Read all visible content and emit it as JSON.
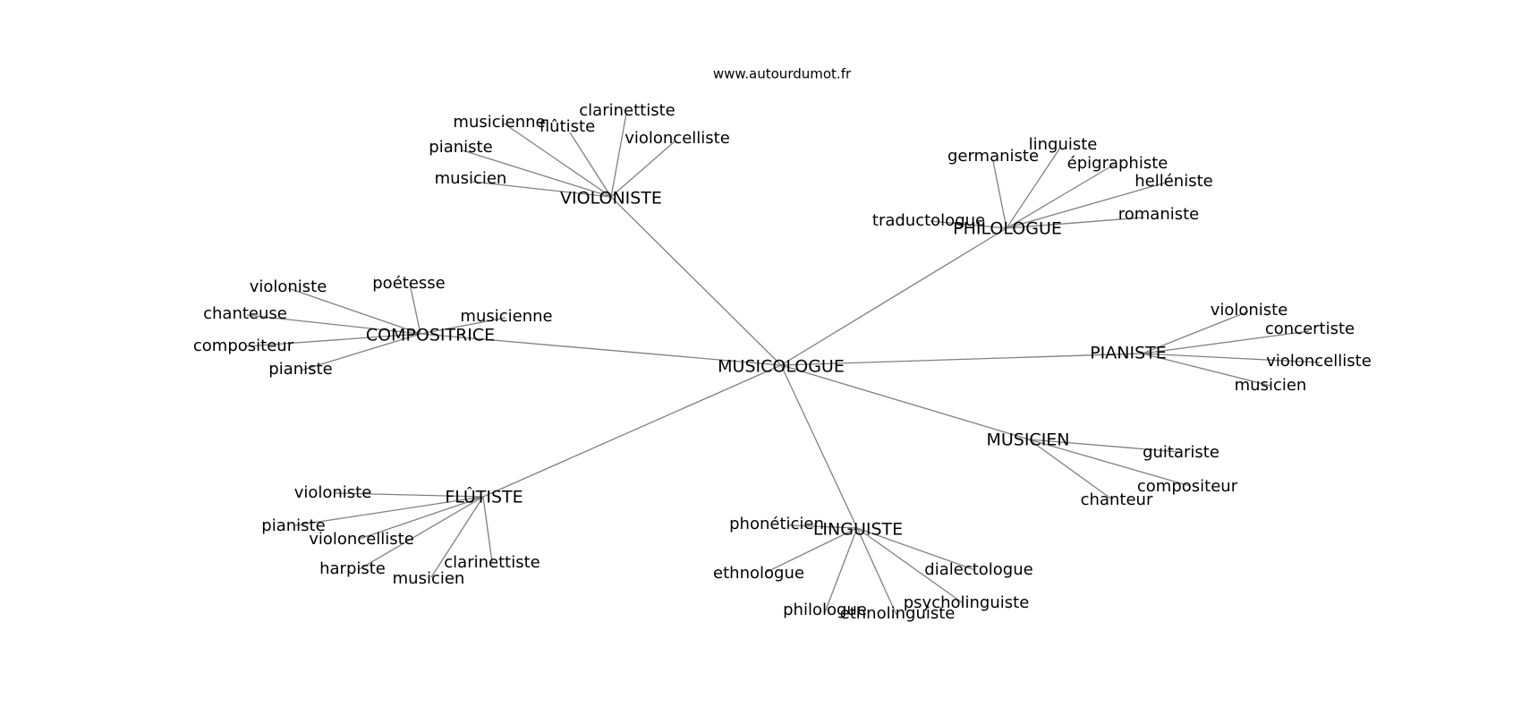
{
  "source": "www.autourdumot.fr",
  "center": "MUSICOLOGUE",
  "hubs": [
    {
      "label": "VIOLONISTE",
      "words": [
        "musicienne",
        "flûtiste",
        "clarinettiste",
        "violoncelliste",
        "pianiste",
        "musicien"
      ]
    },
    {
      "label": "PHILOLOGUE",
      "words": [
        "germaniste",
        "linguiste",
        "épigraphiste",
        "helléniste",
        "romaniste",
        "traductologue"
      ]
    },
    {
      "label": "COMPOSITRICE",
      "words": [
        "violoniste",
        "poétesse",
        "chanteuse",
        "musicienne",
        "compositeur",
        "pianiste"
      ]
    },
    {
      "label": "PIANISTE",
      "words": [
        "violoniste",
        "concertiste",
        "violoncelliste",
        "musicien"
      ]
    },
    {
      "label": "MUSICIEN",
      "words": [
        "guitariste",
        "compositeur",
        "chanteur"
      ]
    },
    {
      "label": "FLÛTISTE",
      "words": [
        "violoniste",
        "pianiste",
        "violoncelliste",
        "harpiste",
        "musicien",
        "clarinettiste"
      ]
    },
    {
      "label": "LINGUISTE",
      "words": [
        "phonéticien",
        "ethnologue",
        "dialectologue",
        "psycholinguiste",
        "philologue",
        "ethnolinguiste"
      ]
    }
  ]
}
